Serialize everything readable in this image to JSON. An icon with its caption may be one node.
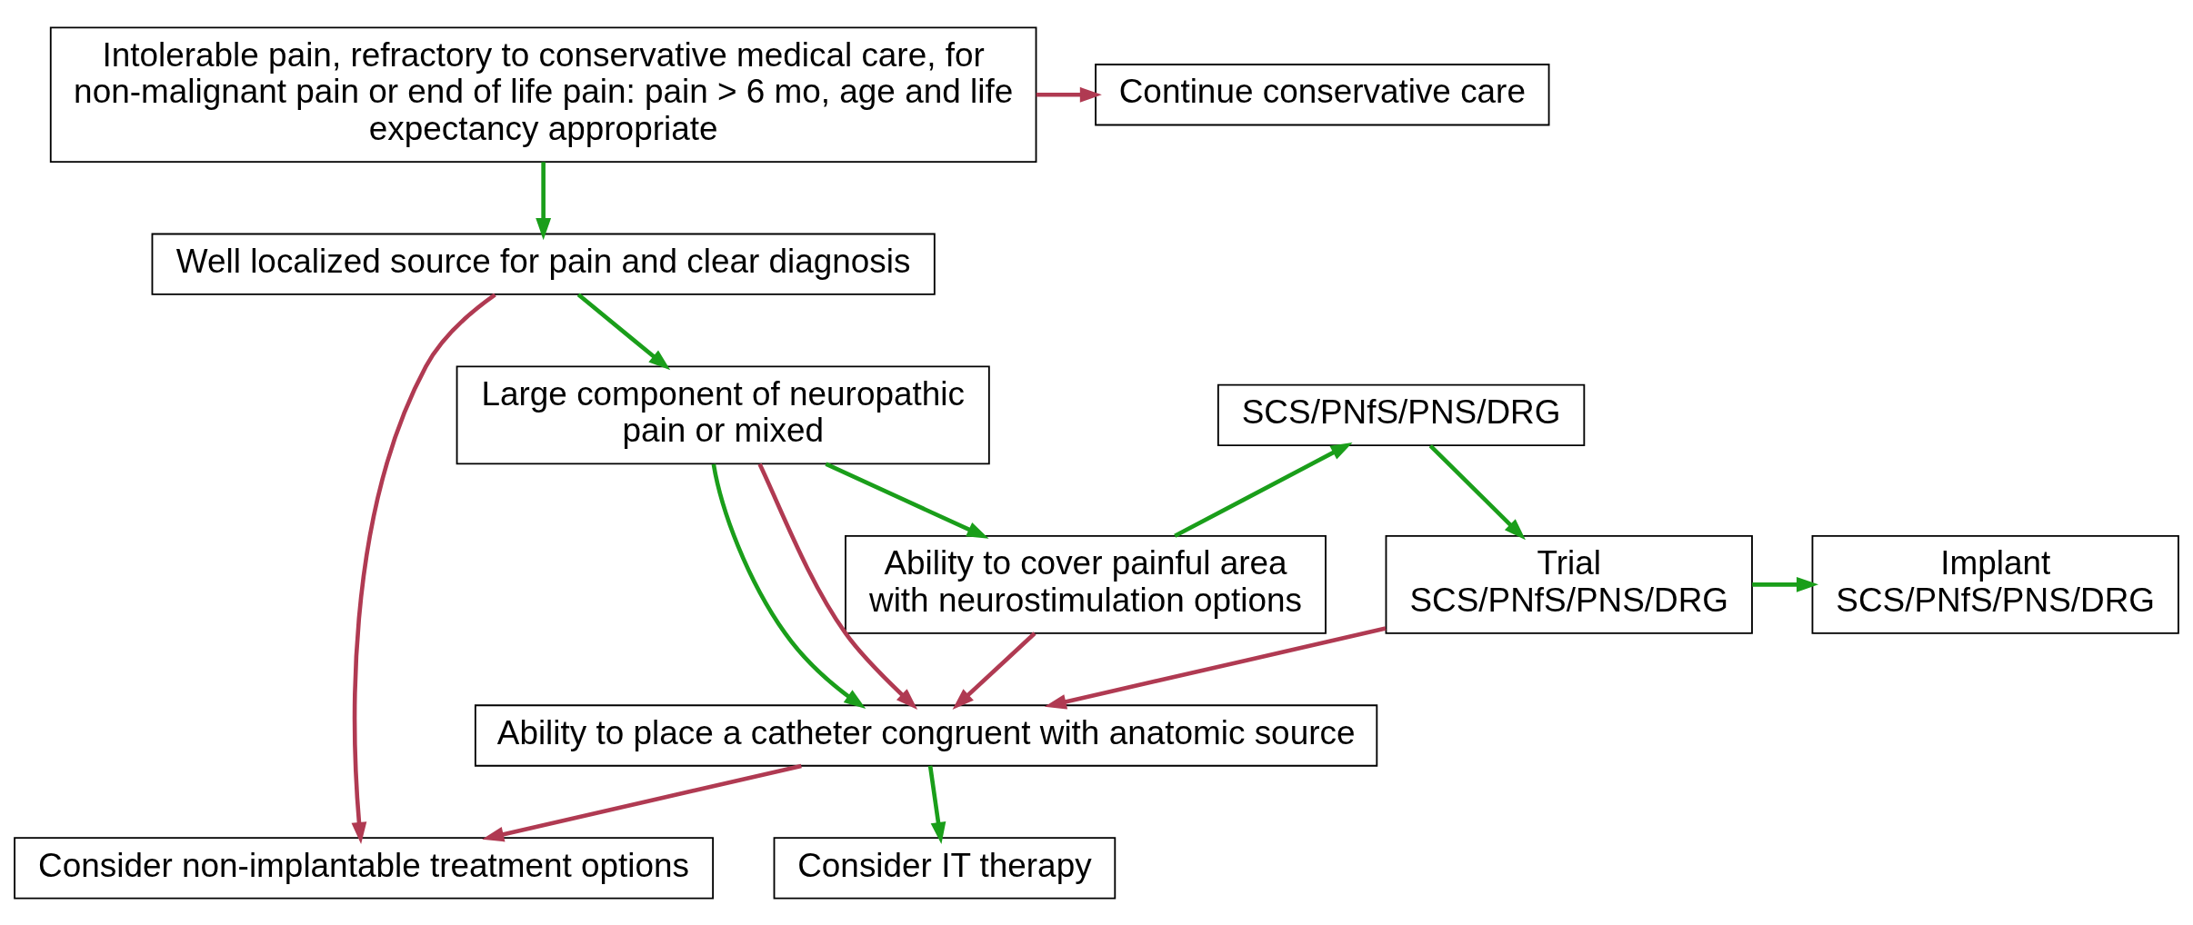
{
  "diagram": {
    "nodes": [
      {
        "text": [
          "Intolerable pain, refractory to conservative medical care, for non-malignant pain or end of life pain: pain > 6 mo, age and life expectancy appropriate"
        ]
      },
      {
        "text": [
          "Continue conservative care"
        ]
      },
      {
        "text": [
          "Well localized source for pain and clear diagnosis"
        ]
      },
      {
        "text": [
          "Large component of neuropathic pain or mixed"
        ]
      },
      {
        "text": [
          "SCS/PNfS/PNS/DRG"
        ]
      },
      {
        "text": [
          "Trial SCS/PNfS/PNS/DRG"
        ]
      },
      {
        "text": [
          "Implant SCS/PNfS/PNS/DRG"
        ]
      },
      {
        "text": [
          "Ability to cover painful area with neurostimulation options"
        ]
      },
      {
        "text": [
          "Ability to place a catheter congruent with anatomic source"
        ]
      },
      {
        "text": [
          "Consider non-implantable treatment options"
        ]
      },
      {
        "text": [
          "Consider IT therapy"
        ]
      }
    ],
    "edges": [
      {
        "from": 0,
        "to": 1,
        "arrow": "to",
        "color": "#b03a52"
      },
      {
        "from": 0,
        "to": 2,
        "arrow": "to"
      },
      {
        "from": 2,
        "to": 3,
        "arrow": "to"
      },
      {
        "from": 2,
        "to": 9,
        "arrow": "to",
        "color": "#b03a52"
      },
      {
        "from": 3,
        "to": 8,
        "arrow": "to"
      },
      {
        "from": 3,
        "to": 8,
        "arrow": "to",
        "color": "#b03a52"
      },
      {
        "from": 3,
        "to": 7,
        "arrow": "to"
      },
      {
        "from": 7,
        "to": 4,
        "arrow": "to"
      },
      {
        "from": 4,
        "to": 5,
        "arrow": "to"
      },
      {
        "from": 5,
        "to": 6,
        "arrow": "to"
      },
      {
        "from": 5,
        "to": 8,
        "arrow": "to",
        "color": "#b03a52"
      },
      {
        "from": 7,
        "to": 8,
        "arrow": "to",
        "color": "#b03a52"
      },
      {
        "from": 8,
        "to": 9,
        "arrow": "to",
        "color": "#b03a52"
      },
      {
        "from": 8,
        "to": 10,
        "arrow": "to"
      }
    ]
  }
}
